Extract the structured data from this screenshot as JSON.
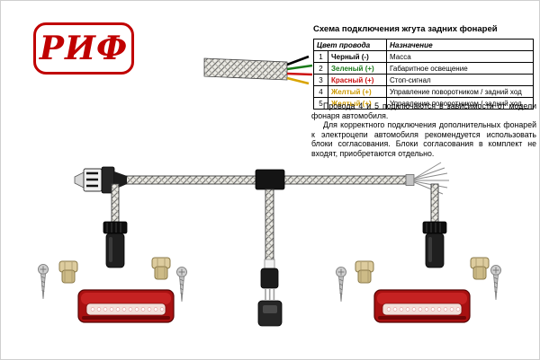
{
  "page": {
    "background": "#ffffff"
  },
  "logo": {
    "text": "РИФ",
    "color": "#c00000"
  },
  "header": {
    "title": "Схема подключения жгута задних фонарей"
  },
  "table": {
    "headers": [
      "Цвет провода",
      "Назначение"
    ],
    "rows": [
      {
        "num": "1",
        "color_name": "Черный (-)",
        "color": "#000000",
        "purpose": "Масса"
      },
      {
        "num": "2",
        "color_name": "Зеленый (+)",
        "color": "#1a7a1a",
        "purpose": "Габаритное освещение"
      },
      {
        "num": "3",
        "color_name": "Красный (+)",
        "color": "#cc1111",
        "purpose": "Стоп-сигнал"
      },
      {
        "num": "4",
        "color_name": "Желтый (+)",
        "color": "#cc9900",
        "purpose": "Управление поворотником / задний ход"
      },
      {
        "num": "5",
        "color_name": "Желтый (+)",
        "color": "#cc9900",
        "purpose": "Управление поворотником / задний ход"
      }
    ]
  },
  "notes": {
    "para1": "Провода 4 и 5 подключаются в зависимости от модели фонаря автомобиля.",
    "para2": "Для корректного подключения дополнительных фонарей к электроцепи автомобиля рекомендуется использовать блоки согласования. Блоки согласования в комплект не входят, приобретаются отдельно."
  },
  "diagram": {
    "wire_colors": [
      "#000000",
      "#1a7a1a",
      "#cc1111",
      "#d9a400"
    ],
    "light_color": "#a81111",
    "clip_color": "#d9c894"
  }
}
